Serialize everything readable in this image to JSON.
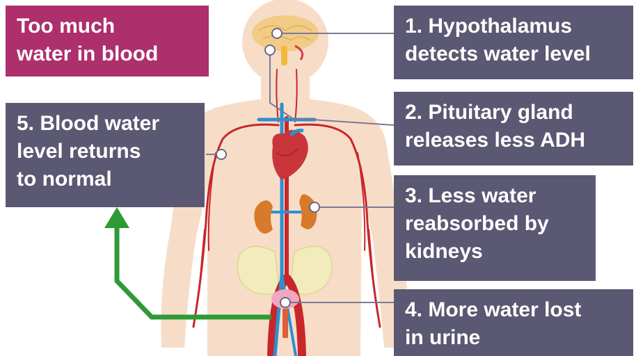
{
  "colors": {
    "label_box": "#5a5872",
    "condition_box": "#ad2f6c",
    "box_text": "#ffffff",
    "artery": "#c8262a",
    "vein": "#2f8fd0",
    "skin": "#f7ddc8",
    "arrow": "#2e9a34",
    "connector": "#7b7a90"
  },
  "condition": {
    "lines": [
      "Too much",
      "water in blood"
    ]
  },
  "steps": [
    {
      "number": "1",
      "lines": [
        "1. Hypothalamus",
        "detects water level"
      ]
    },
    {
      "number": "2",
      "lines": [
        "2. Pituitary gland",
        "releases less ADH"
      ]
    },
    {
      "number": "3",
      "lines": [
        "3. Less water",
        "reabsorbed by",
        "kidneys"
      ]
    },
    {
      "number": "4",
      "lines": [
        "4. More water lost",
        "in urine"
      ]
    },
    {
      "number": "5",
      "lines": [
        "5. Blood water",
        "level returns",
        "to normal"
      ]
    }
  ],
  "icons": {
    "body": "human-body-circulation",
    "brain": "brain-icon",
    "heart": "heart-icon",
    "kidneys": "kidney-icon",
    "bladder": "bladder-icon",
    "feedback_arrow": "arrow-up-icon"
  }
}
